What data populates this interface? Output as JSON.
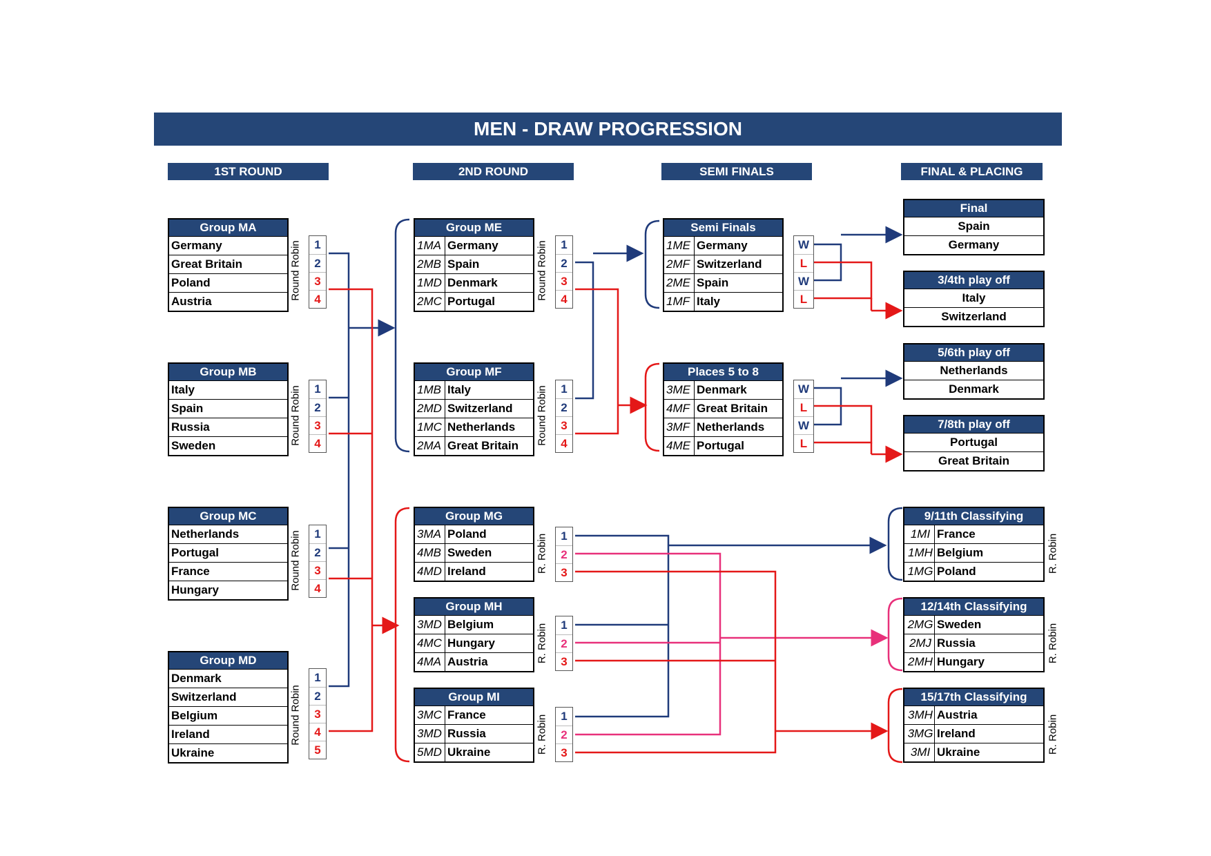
{
  "title": "MEN - DRAW PROGRESSION",
  "columns": {
    "r1": "1ST ROUND",
    "r2": "2ND ROUND",
    "semi": "SEMI FINALS",
    "final": "FINAL & PLACING"
  },
  "labels": {
    "round_robin": "Round Robin",
    "r_robin": "R. Robin"
  },
  "ranks": {
    "r1": "1",
    "r2": "2",
    "r3": "3",
    "r4": "4",
    "r5": "5",
    "w": "W",
    "l": "L"
  },
  "r1": {
    "ma": {
      "title": "Group MA",
      "teams": [
        "Germany",
        "Great Britain",
        "Poland",
        "Austria"
      ]
    },
    "mb": {
      "title": "Group MB",
      "teams": [
        "Italy",
        "Spain",
        "Russia",
        "Sweden"
      ]
    },
    "mc": {
      "title": "Group MC",
      "teams": [
        "Netherlands",
        "Portugal",
        "France",
        "Hungary"
      ]
    },
    "md": {
      "title": "Group MD",
      "teams": [
        "Denmark",
        "Switzerland",
        "Belgium",
        "Ireland",
        "Ukraine"
      ]
    }
  },
  "r2": {
    "me": {
      "title": "Group ME",
      "rows": [
        [
          "1MA",
          "Germany"
        ],
        [
          "2MB",
          "Spain"
        ],
        [
          "1MD",
          "Denmark"
        ],
        [
          "2MC",
          "Portugal"
        ]
      ]
    },
    "mf": {
      "title": "Group MF",
      "rows": [
        [
          "1MB",
          "Italy"
        ],
        [
          "2MD",
          "Switzerland"
        ],
        [
          "1MC",
          "Netherlands"
        ],
        [
          "2MA",
          "Great Britain"
        ]
      ]
    },
    "mg": {
      "title": "Group MG",
      "rows": [
        [
          "3MA",
          "Poland"
        ],
        [
          "4MB",
          "Sweden"
        ],
        [
          "4MD",
          "Ireland"
        ]
      ]
    },
    "mh": {
      "title": "Group MH",
      "rows": [
        [
          "3MD",
          "Belgium"
        ],
        [
          "4MC",
          "Hungary"
        ],
        [
          "4MA",
          "Austria"
        ]
      ]
    },
    "mi": {
      "title": "Group MI",
      "rows": [
        [
          "3MC",
          "France"
        ],
        [
          "3MD",
          "Russia"
        ],
        [
          "5MD",
          "Ukraine"
        ]
      ]
    }
  },
  "semi": {
    "sf": {
      "title": "Semi Finals",
      "rows": [
        [
          "1ME",
          "Germany"
        ],
        [
          "2MF",
          "Switzerland"
        ],
        [
          "2ME",
          "Spain"
        ],
        [
          "1MF",
          "Italy"
        ]
      ]
    },
    "p58": {
      "title": "Places 5 to 8",
      "rows": [
        [
          "3ME",
          "Denmark"
        ],
        [
          "4MF",
          "Great Britain"
        ],
        [
          "3MF",
          "Netherlands"
        ],
        [
          "4ME",
          "Portugal"
        ]
      ]
    }
  },
  "final": {
    "final": {
      "title": "Final",
      "teams": [
        "Spain",
        "Germany"
      ]
    },
    "p34": {
      "title": "3/4th play off",
      "teams": [
        "Italy",
        "Switzerland"
      ]
    },
    "p56": {
      "title": "5/6th play off",
      "teams": [
        "Netherlands",
        "Denmark"
      ]
    },
    "p78": {
      "title": "7/8th play off",
      "teams": [
        "Portugal",
        "Great Britain"
      ]
    },
    "c911": {
      "title": "9/11th Classifying",
      "rows": [
        [
          "1MI",
          "France"
        ],
        [
          "1MH",
          "Belgium"
        ],
        [
          "1MG",
          "Poland"
        ]
      ]
    },
    "c1214": {
      "title": "12/14th Classifying",
      "rows": [
        [
          "2MG",
          "Sweden"
        ],
        [
          "2MJ",
          "Russia"
        ],
        [
          "2MH",
          "Hungary"
        ]
      ]
    },
    "c1517": {
      "title": "15/17th Classifying",
      "rows": [
        [
          "3MH",
          "Austria"
        ],
        [
          "3MG",
          "Ireland"
        ],
        [
          "3MI",
          "Ukraine"
        ]
      ]
    }
  },
  "colors": {
    "navy": "#254677",
    "blue_line": "#1f3a7a",
    "red_line": "#e41818",
    "pink_line": "#e8307a"
  }
}
